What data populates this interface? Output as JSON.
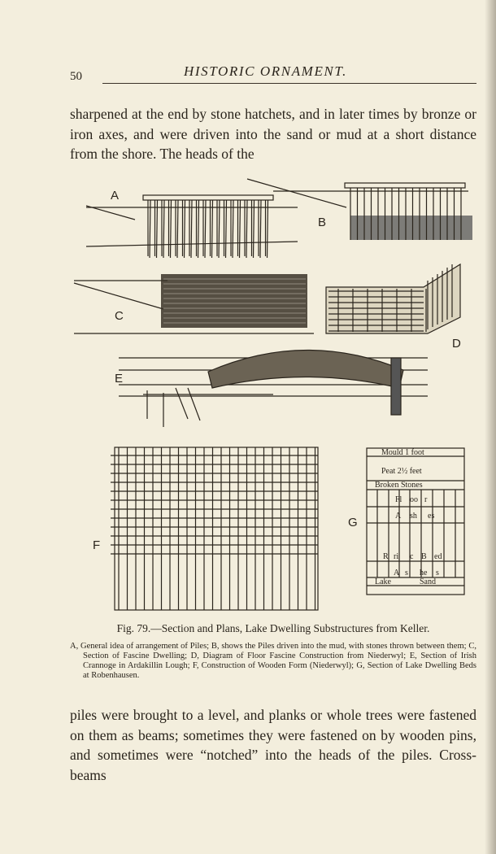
{
  "header": {
    "page_number": "50",
    "running_title": "HISTORIC ORNAMENT."
  },
  "text_top": "sharpened at the end by stone hatchets, and in later times by bronze or iron axes, and were driven into the sand or mud at a short distance from the shore. The heads of the",
  "figure": {
    "labels": {
      "a": "A",
      "b": "B",
      "c": "C",
      "d": "D",
      "e": "E",
      "f": "F",
      "g": "G"
    },
    "g_layers": {
      "mould": "Mould 1 foot",
      "peat": "Peat 2½ feet",
      "broken_stones": "Broken Stones",
      "floor_1": "Fl",
      "floor_2": "oo",
      "floor_3": "r",
      "ashes_1": "A",
      "ashes_2": "sh",
      "ashes_3": "es",
      "rb_1": "R",
      "rb_2": "ri",
      "rb_3": "c",
      "rb_4": "B",
      "rb_5": "ed",
      "a2_1": "A",
      "a2_2": "s",
      "a2_3": "he",
      "a2_4": "s",
      "lake": "Lake",
      "sand": "Sand"
    },
    "caption": "Fig. 79.—Section and Plans, Lake Dwelling Substructures from Keller.",
    "legend": "A, General idea of arrangement of Piles; B, shows the Piles driven into the mud, with stones thrown between them; C, Section of Fascine Dwelling; D, Diagram of Floor Fascine Construction from Niederwyl; E, Section of Irish Crannoge in Ardakillin Lough; F, Construction of Wooden Form (Niederwyl); G, Section of Lake Dwelling Beds at Robenhausen."
  },
  "text_bottom": "piles were brought to a level, and planks or whole trees were fastened on them as beams; sometimes they were fastened on by wooden pins, and sometimes were “notched” into the heads of the piles. Cross-beams"
}
